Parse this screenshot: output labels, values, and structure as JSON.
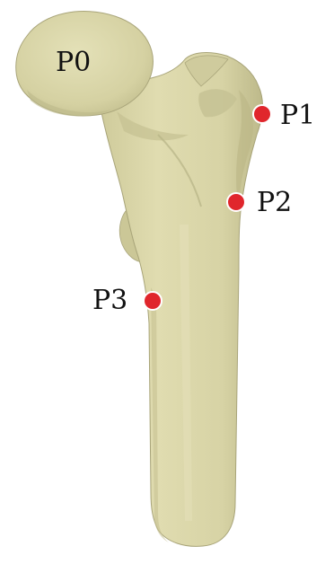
{
  "colors": {
    "bone_fill": "#dcd9ad",
    "bone_shade": "#b3b083",
    "bone_dark": "#8f8c63",
    "bone_highlight": "#ecebc9",
    "marker_fill": "#e0262c",
    "marker_stroke": "#ffffff"
  },
  "labels": {
    "p0": "P0",
    "p1": "P1",
    "p2": "P2",
    "p3": "P3"
  },
  "markers": [
    {
      "id": "p1",
      "name": "marker-p1",
      "has_dot": true
    },
    {
      "id": "p2",
      "name": "marker-p2",
      "has_dot": true
    },
    {
      "id": "p3",
      "name": "marker-p3",
      "has_dot": true
    }
  ],
  "icons": {
    "specimen": "femur-bone-icon",
    "marker": "red-dot-icon"
  }
}
